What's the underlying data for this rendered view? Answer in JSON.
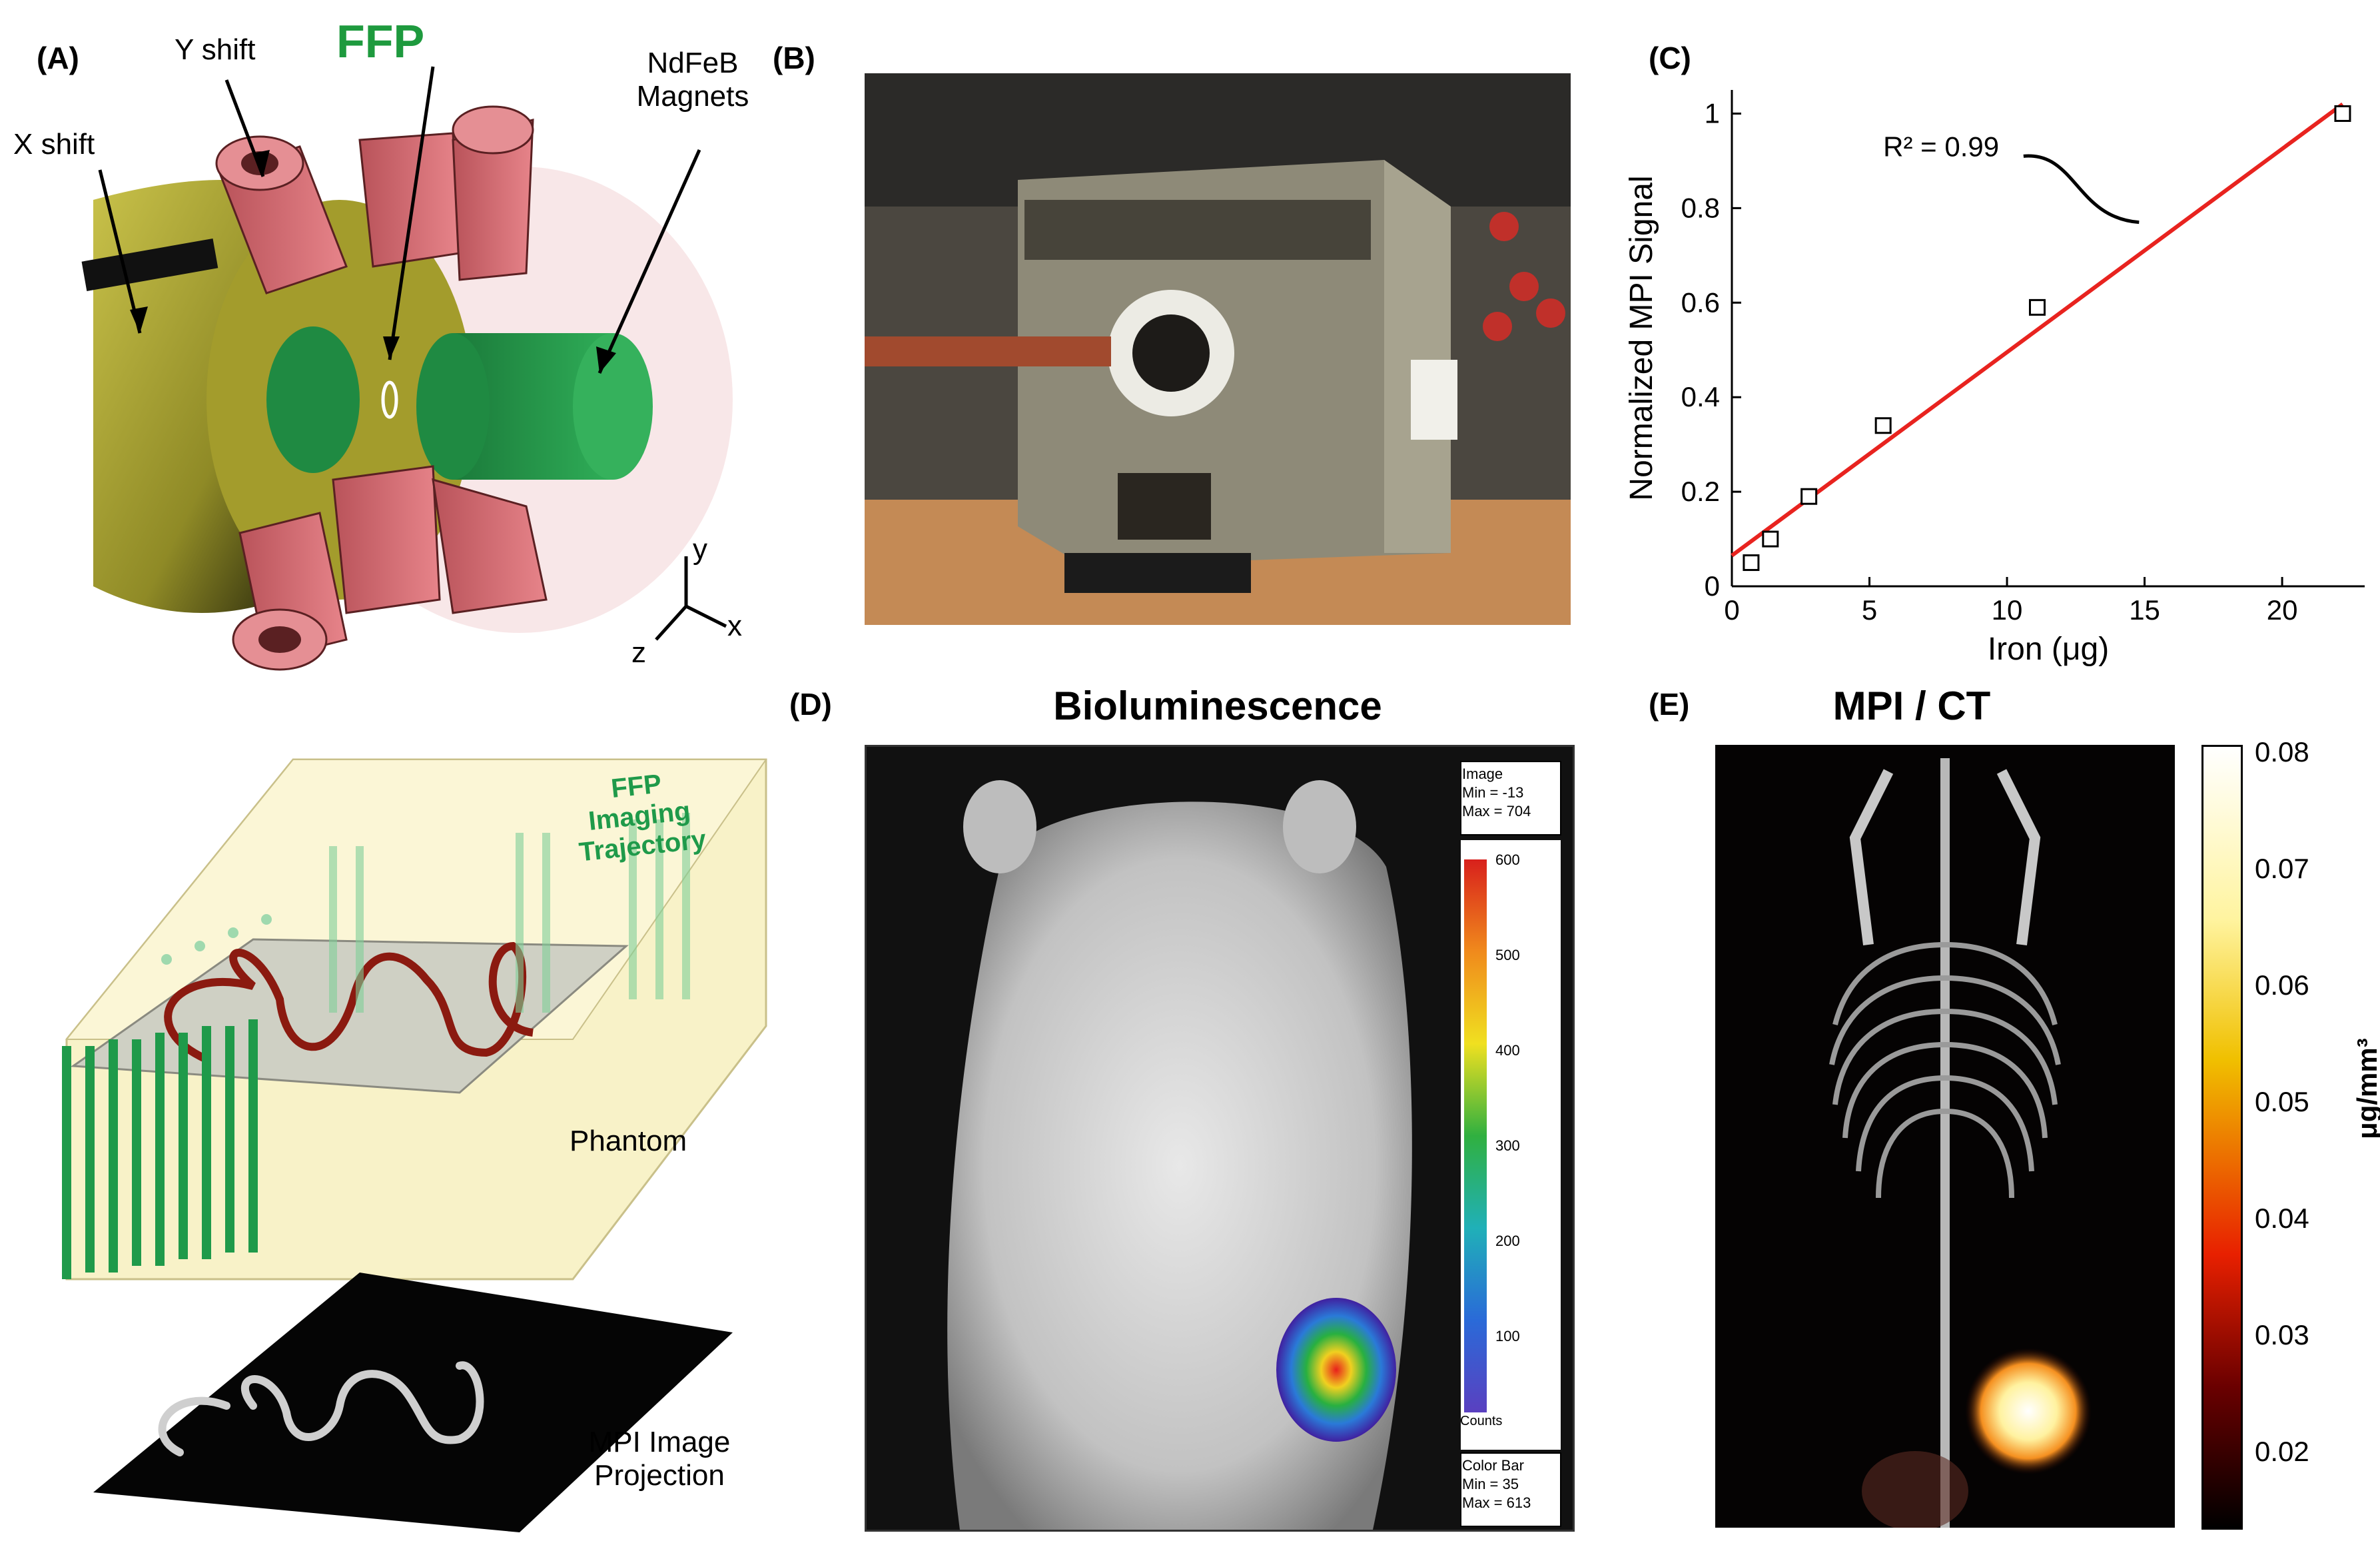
{
  "panels": {
    "a": {
      "label": "(A)",
      "y_shift": "Y shift",
      "x_shift": "X shift",
      "ffp": "FFP",
      "magnets_line1": "NdFeB",
      "magnets_line2": "Magnets",
      "axis_y": "y",
      "axis_x": "x",
      "axis_z": "z",
      "traj_line1": "FFP",
      "traj_line2": "Imaging Trajectory",
      "phantom": "Phantom",
      "proj_line1": "MPI Image",
      "proj_line2": "Projection"
    },
    "b": {
      "label": "(B)"
    },
    "c": {
      "label": "(C)"
    },
    "d": {
      "label": "(D)",
      "title": "Bioluminescence",
      "image_box": {
        "line1": "Image",
        "line2": "Min = -13",
        "line3": "Max = 704"
      },
      "colorbar_ticks": [
        "600",
        "500",
        "400",
        "300",
        "200",
        "100"
      ],
      "colorbar_unit": "Counts",
      "colorbar_box": {
        "line1": "Color Bar",
        "line2": "Min = 35",
        "line3": "Max = 613"
      }
    },
    "e": {
      "label": "(E)",
      "title": "MPI / CT",
      "colorbar_ticks": [
        "0.08",
        "0.07",
        "0.06",
        "0.05",
        "0.04",
        "0.03",
        "0.02"
      ],
      "colorbar_label": "μg/mm³"
    }
  },
  "chart_data": {
    "type": "scatter",
    "xlabel": "Iron (μg)",
    "ylabel": "Normalized MPI Signal",
    "xlim": [
      0,
      23
    ],
    "ylim": [
      0,
      1.05
    ],
    "xticks": [
      "0",
      "5",
      "10",
      "15",
      "20"
    ],
    "yticks": [
      "0",
      "0.2",
      "0.4",
      "0.6",
      "0.8",
      "1"
    ],
    "points": [
      {
        "x": 0.7,
        "y": 0.05
      },
      {
        "x": 1.4,
        "y": 0.1
      },
      {
        "x": 2.8,
        "y": 0.19
      },
      {
        "x": 5.5,
        "y": 0.34
      },
      {
        "x": 11.1,
        "y": 0.59
      },
      {
        "x": 22.2,
        "y": 1.0
      }
    ],
    "fit_line": {
      "x": [
        0,
        22.2
      ],
      "y": [
        0.065,
        1.02
      ]
    },
    "annotation": "R² = 0.99",
    "grid": false,
    "colors": {
      "fit": "#e8231f",
      "points": "#000000"
    }
  }
}
